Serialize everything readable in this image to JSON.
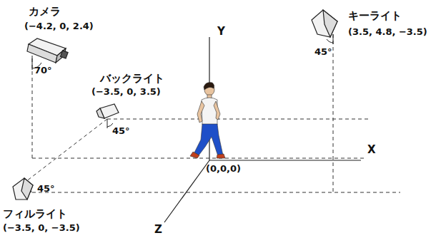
{
  "diagram": {
    "labels": [
      "カメラ",
      "(−4.2, 0, 2.4)",
      "70°",
      "バックライト",
      "(−3.5, 0, 3.5)",
      "45°",
      "キーライト",
      "(3.5, 4.8, −3.5)",
      "45°",
      "Y",
      "X",
      "(0,0,0)",
      "45°",
      "フィルライト",
      "(−3.5, 0, −3.5)",
      "Z"
    ]
  }
}
